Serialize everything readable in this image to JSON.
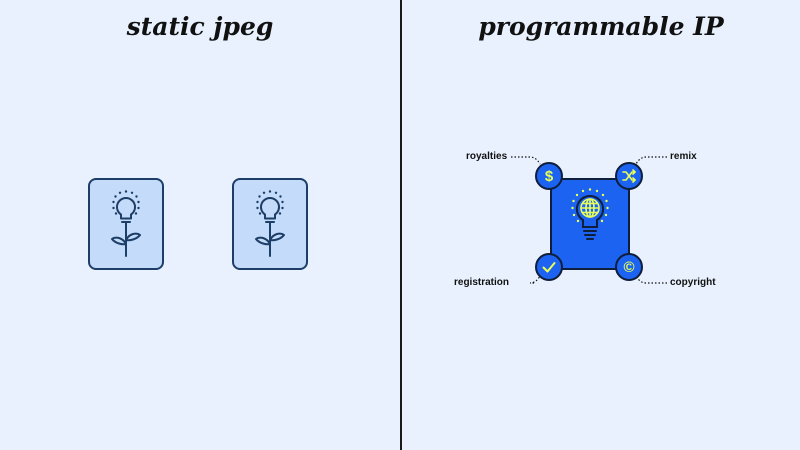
{
  "left_panel": {
    "title": "static jpeg",
    "cards": [
      {
        "icon": "lightbulb-flower-icon"
      },
      {
        "icon": "lightbulb-flower-icon"
      }
    ]
  },
  "right_panel": {
    "title": "programmable IP",
    "center_icon": "lightbulb-globe-icon",
    "features": {
      "royalties": {
        "label": "royalties",
        "icon": "dollar-icon",
        "glyph": "$"
      },
      "remix": {
        "label": "remix",
        "icon": "shuffle-icon"
      },
      "registration": {
        "label": "registration",
        "icon": "checkmark-icon"
      },
      "copyright": {
        "label": "copyright",
        "icon": "copyright-icon",
        "glyph": "©"
      }
    }
  },
  "colors": {
    "background": "#e8f1fd",
    "card_fill": "#c4dcfa",
    "card_stroke": "#1d3e66",
    "ip_blue": "#1b63f0",
    "accent_yellow": "#eaff5a",
    "divider": "#1a1a1a"
  }
}
